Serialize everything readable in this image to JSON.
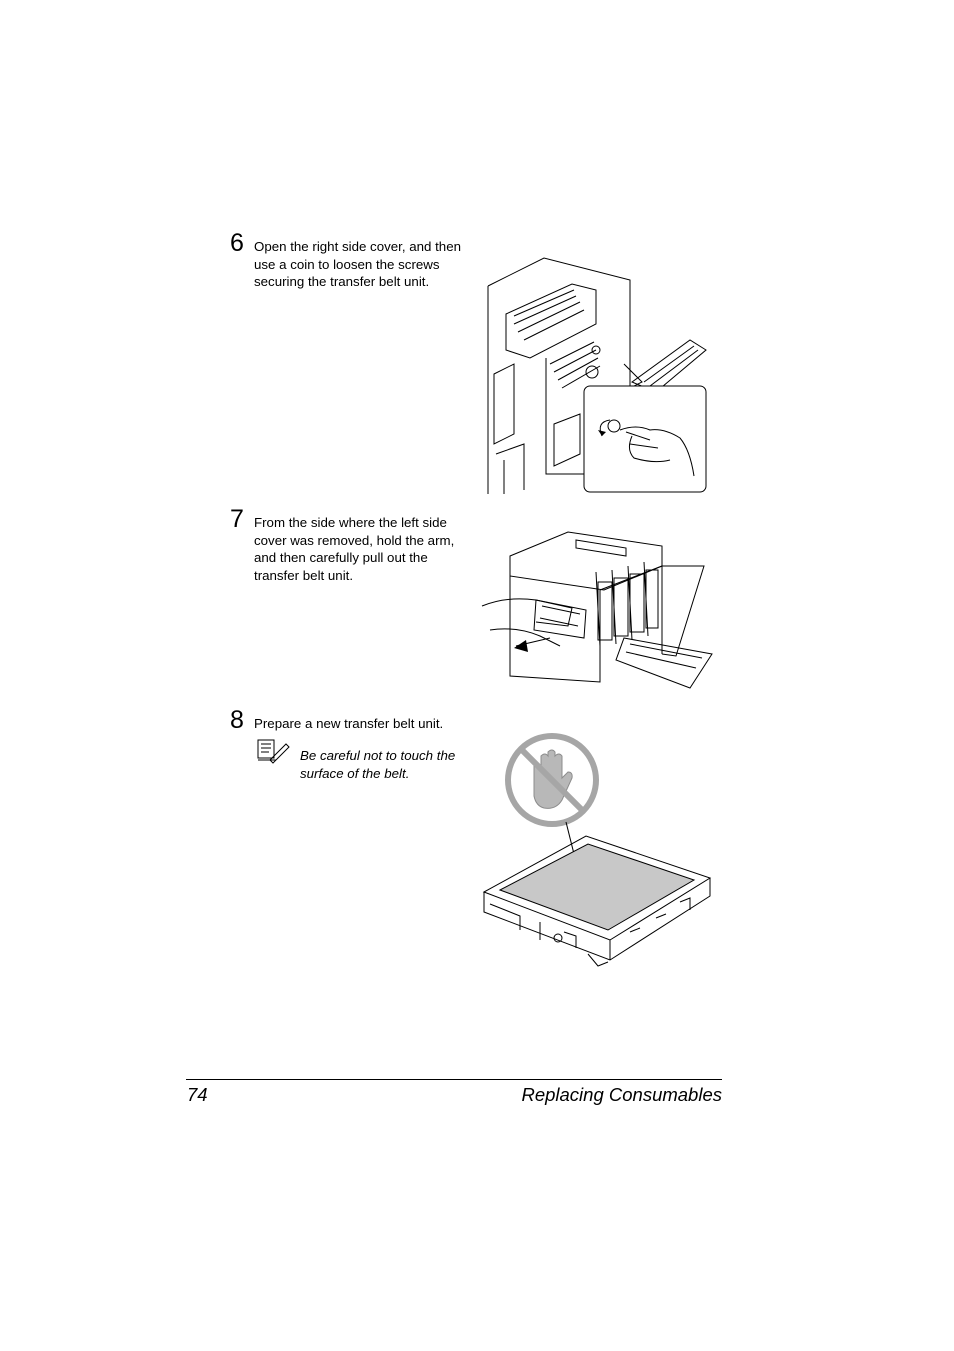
{
  "steps": [
    {
      "number": "6",
      "text": "Open the right side cover, and then use a coin to loosen the screws securing the transfer belt unit."
    },
    {
      "number": "7",
      "text": "From the side where the left side cover was removed, hold the arm, and then carefully pull out the transfer belt unit."
    },
    {
      "number": "8",
      "text": "Prepare a new transfer belt unit."
    }
  ],
  "note": {
    "text": "Be careful not to touch the surface of the belt.",
    "icon": "note-pencil-icon"
  },
  "footer": {
    "page_number": "74",
    "section_title": "Replacing Consumables"
  },
  "icons": {
    "warning": "no-touch-hand-icon"
  }
}
